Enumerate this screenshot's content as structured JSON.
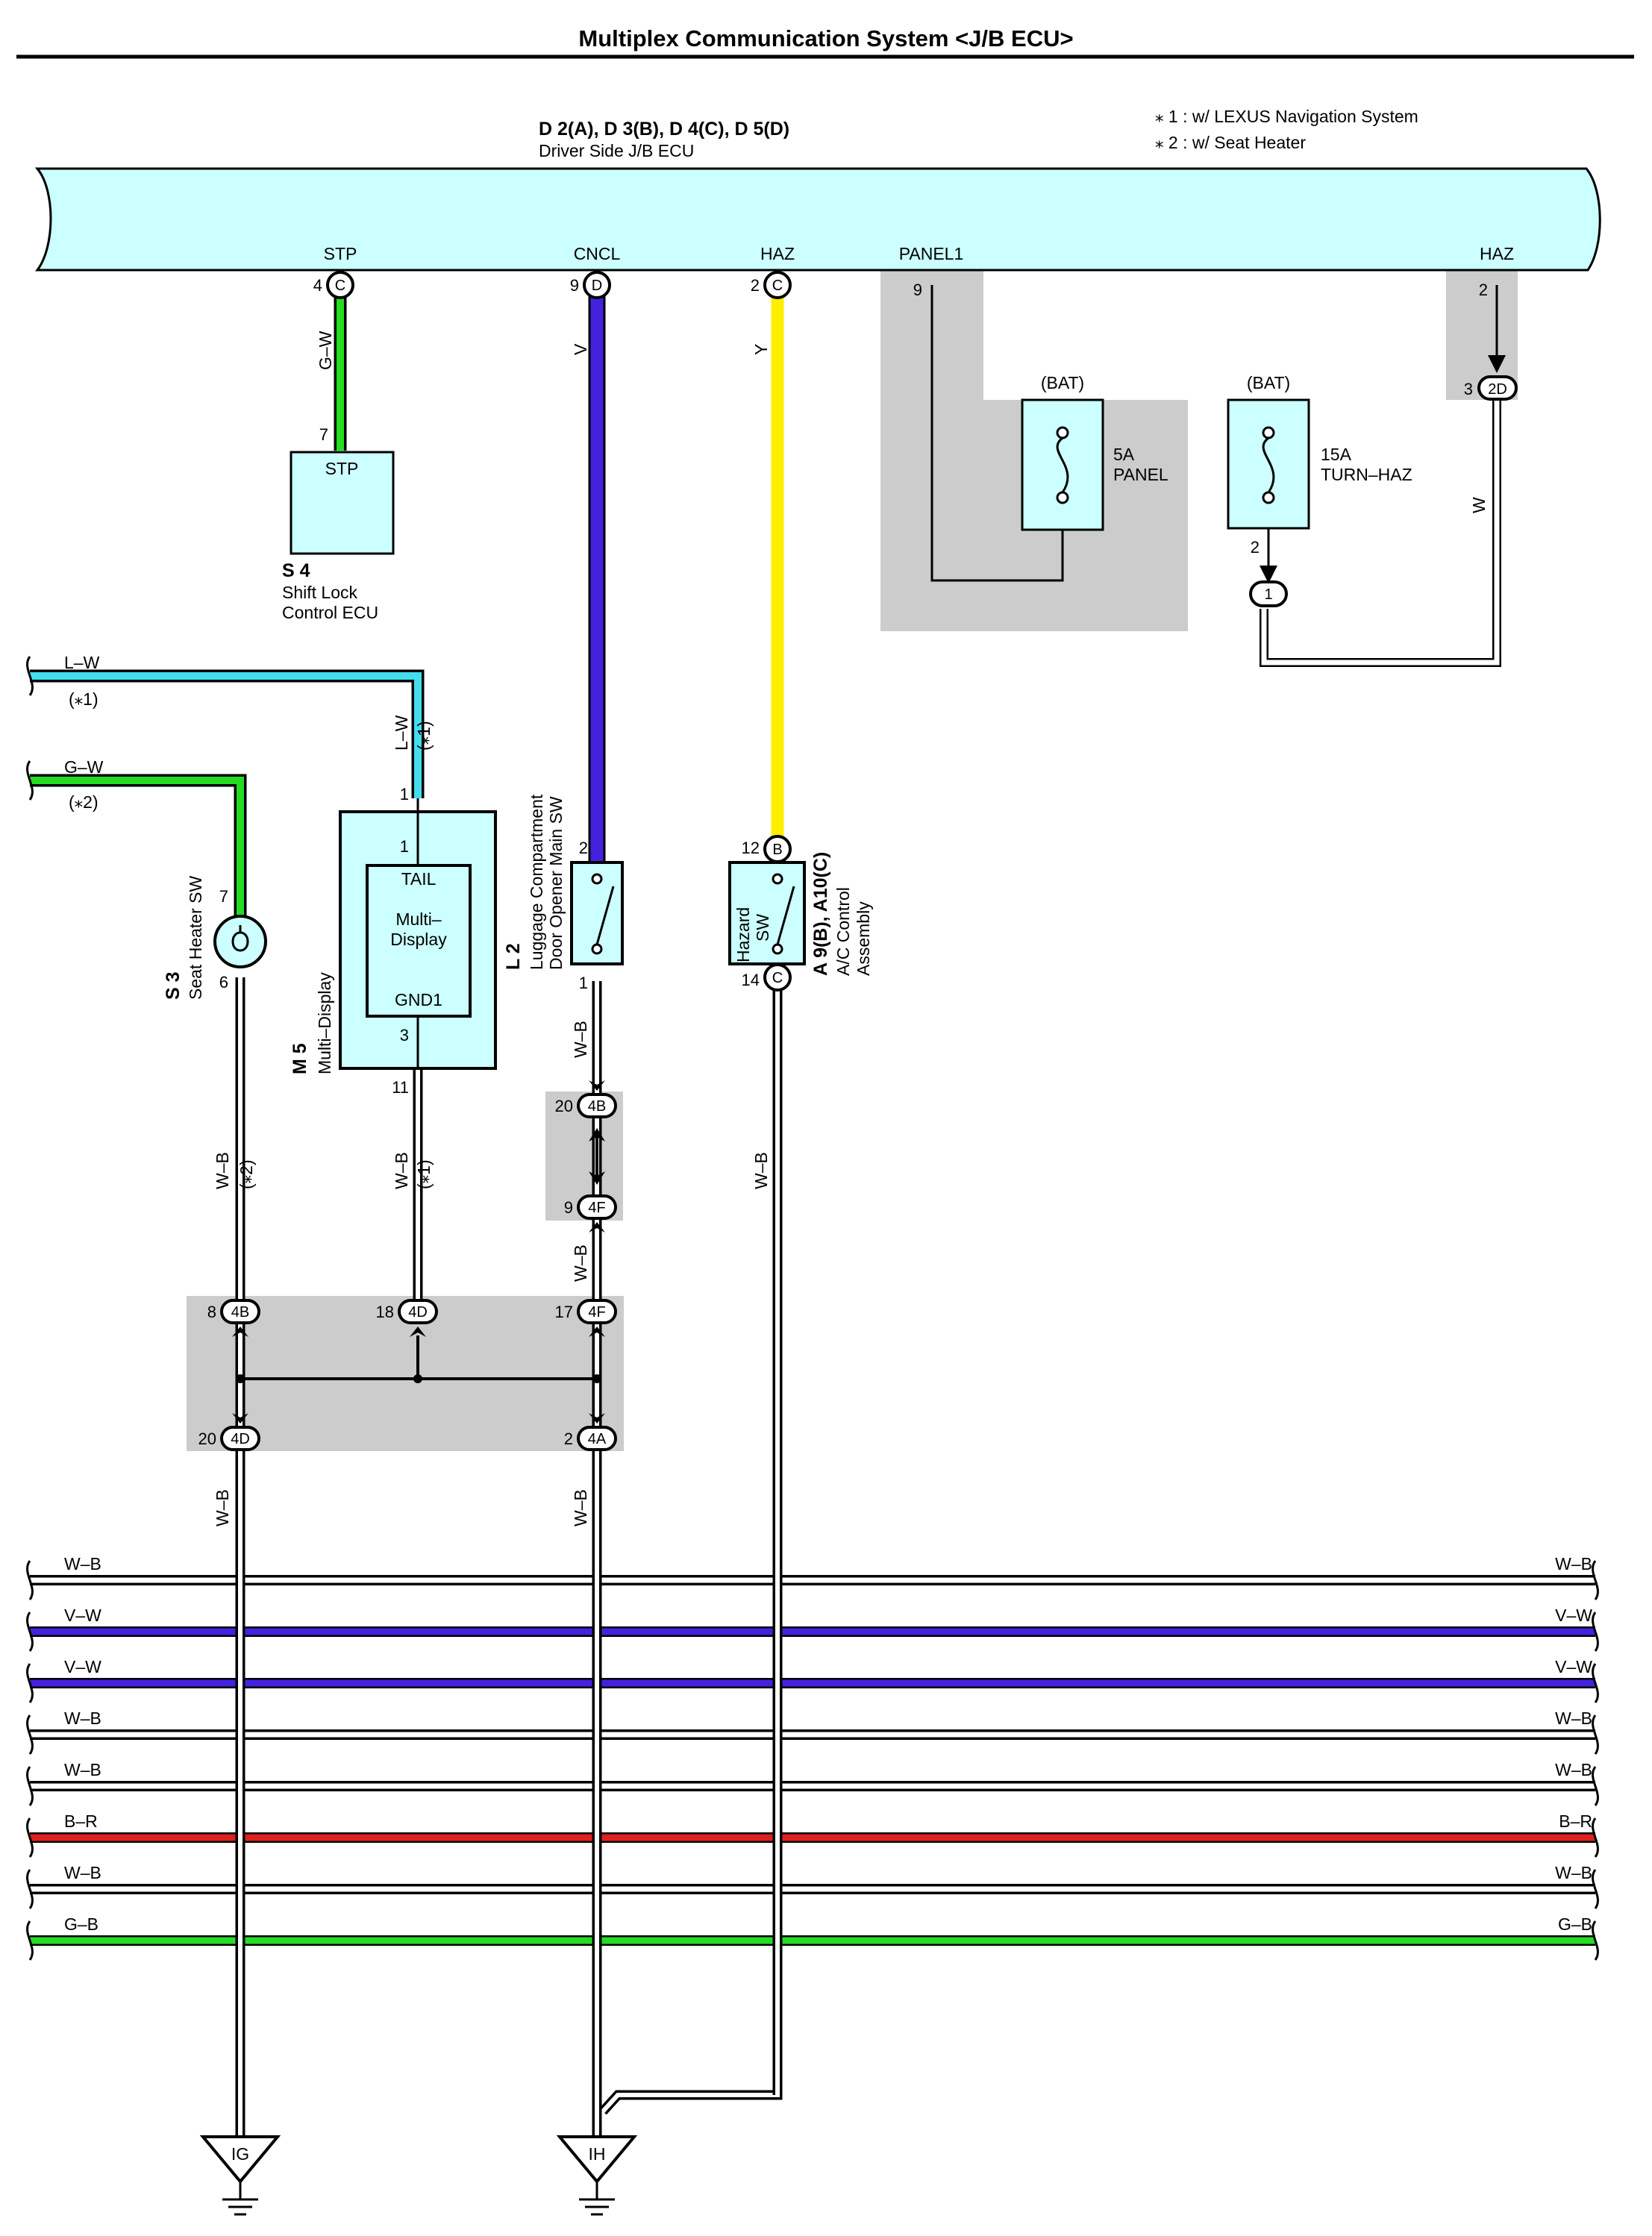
{
  "title": "Multiplex Communication System <J/B ECU>",
  "notes": [
    "⁎ 1 : w/ LEXUS Navigation System",
    "⁎ 2 : w/ Seat Heater"
  ],
  "ecu": {
    "codes": "D 2(A), D 3(B), D 4(C), D 5(D)",
    "name": "Driver Side J/B ECU",
    "terminals": {
      "stp": "STP",
      "cncl": "CNCL",
      "haz": "HAZ",
      "panel1": "PANEL1",
      "haz2": "HAZ"
    },
    "pins": {
      "stp": "4",
      "cncl": "9",
      "haz": "2",
      "panel1": "9",
      "haz2": "2"
    },
    "badges": {
      "stp": "C",
      "cncl": "D",
      "haz": "C"
    }
  },
  "fuses": [
    {
      "source": "(BAT)",
      "rating": "5A",
      "name": "PANEL"
    },
    {
      "source": "(BAT)",
      "rating": "15A",
      "name": "TURN–HAZ",
      "pin": "2",
      "connector": "1"
    }
  ],
  "jb_connector": {
    "pin": "3",
    "badge": "2D"
  },
  "wires": {
    "gw": "G–W",
    "v": "V",
    "y": "Y",
    "w": "W",
    "lw": "L–W",
    "wb": "W–B"
  },
  "options": {
    "o1": "(⁎1)",
    "o2": "(⁎2)"
  },
  "s4": {
    "code": "S 4",
    "name1": "Shift Lock",
    "name2": "Control ECU",
    "terminal": "STP",
    "pin": "7"
  },
  "s3": {
    "code": "S 3",
    "name": "Seat Heater SW",
    "pin_top": "7",
    "pin_bottom": "6"
  },
  "m5": {
    "code": "M 5",
    "name": "Multi–Display",
    "inner_top": "TAIL",
    "inner1": "Multi–",
    "inner2": "Display",
    "inner_bottom": "GND1",
    "pin_in_top": "1",
    "pin_in_bottom": "3",
    "pin_top": "1",
    "pin_bottom": "11"
  },
  "l2": {
    "code": "L 2",
    "name1": "Luggage Compartment",
    "name2": "Door Opener Main SW",
    "pin_top": "2",
    "pin_bottom": "1"
  },
  "a9": {
    "code": "A 9(B), A10(C)",
    "name1": "A/C Control",
    "name2": "Assembly",
    "inner1": "Hazard",
    "inner2": "SW",
    "pin_top": "12",
    "pin_bottom": "14",
    "badge_top": "B",
    "badge_bottom": "C"
  },
  "junctions": {
    "j20_4b": {
      "pin": "20",
      "badge": "4B"
    },
    "j9_4f": {
      "pin": "9",
      "badge": "4F"
    },
    "j8_4b": {
      "pin": "8",
      "badge": "4B"
    },
    "j18_4d": {
      "pin": "18",
      "badge": "4D"
    },
    "j17_4f": {
      "pin": "17",
      "badge": "4F"
    },
    "j20_4d": {
      "pin": "20",
      "badge": "4D"
    },
    "j2_4a": {
      "pin": "2",
      "badge": "4A"
    }
  },
  "buses": [
    {
      "label": "W–B",
      "color": "#ffffff"
    },
    {
      "label": "V–W",
      "color": "#4422dd"
    },
    {
      "label": "V–W",
      "color": "#4422dd"
    },
    {
      "label": "W–B",
      "color": "#ffffff"
    },
    {
      "label": "W–B",
      "color": "#ffffff"
    },
    {
      "label": "B–R",
      "color": "#e02020"
    },
    {
      "label": "W–B",
      "color": "#ffffff"
    },
    {
      "label": "G–B",
      "color": "#22dd22"
    }
  ],
  "grounds": {
    "ig": "IG",
    "ih": "IH"
  },
  "colors": {
    "ecu_fill": "#ccffff",
    "shade": "#cccccc",
    "green": "#22dd22",
    "violet": "#4422dd",
    "yellow": "#ffee00",
    "cyan": "#44ddee"
  }
}
